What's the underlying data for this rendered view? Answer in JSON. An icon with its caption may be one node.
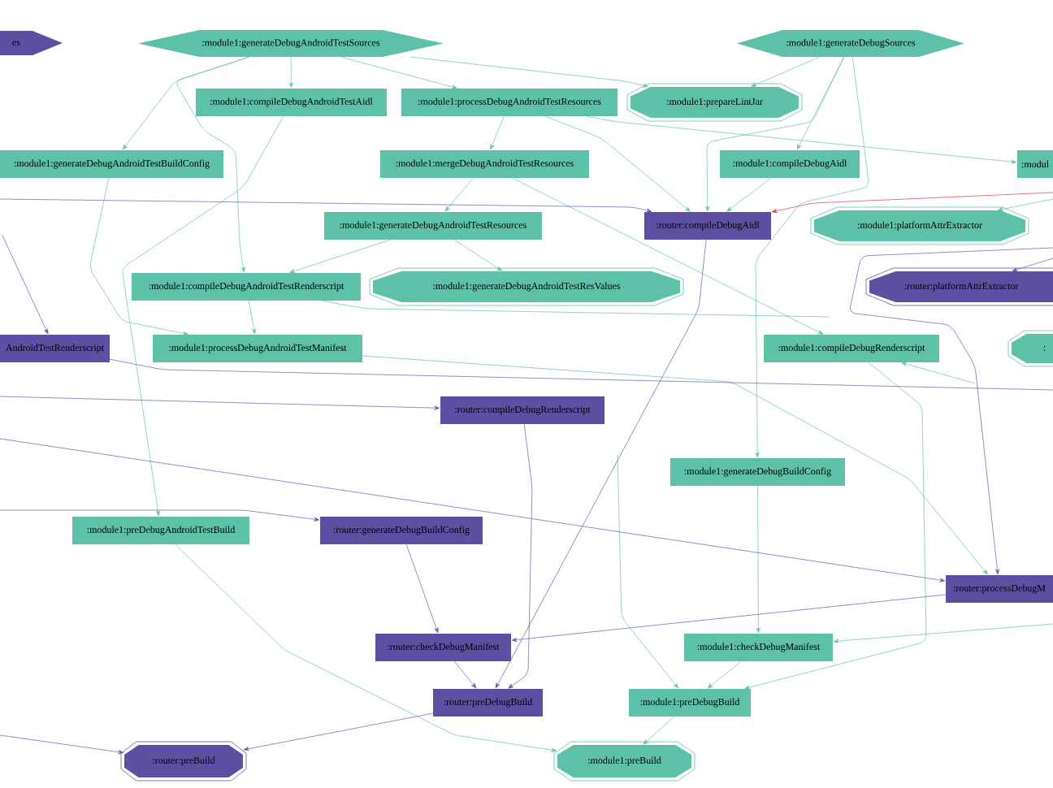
{
  "diagram": {
    "nodes": [
      {
        "text": [
          "es"
        ]
      },
      {
        "text": [
          ":module1:generateDebugAndroidTestSources"
        ]
      },
      {
        "text": [
          ":module1:generateDebugSources"
        ]
      },
      {
        "text": [
          ":module1:compileDebugAndroidTestAidl"
        ]
      },
      {
        "text": [
          ":module1:processDebugAndroidTestResources"
        ]
      },
      {
        "text": [
          ":module1:prepareLintJar"
        ]
      },
      {
        "text": [
          ":module1:generateDebugAndroidTestBuildConfig"
        ]
      },
      {
        "text": [
          ":module1:mergeDebugAndroidTestResources"
        ]
      },
      {
        "text": [
          ":module1:compileDebugAidl"
        ]
      },
      {
        "text": [
          ":modul"
        ]
      },
      {
        "text": [
          ":router:compileDebugAidl"
        ]
      },
      {
        "text": [
          ":module1:generateDebugAndroidTestResources"
        ]
      },
      {
        "text": [
          ":module1:platformAttrExtractor"
        ]
      },
      {
        "text": [
          ":module1:compileDebugAndroidTestRenderscript"
        ]
      },
      {
        "text": [
          ":module1:generateDebugAndroidTestResValues"
        ]
      },
      {
        "text": [
          ":router:platformAttrExtractor"
        ]
      },
      {
        "text": [
          "AndroidTestRenderscript"
        ]
      },
      {
        "text": [
          ":module1:processDebugAndroidTestManifest"
        ]
      },
      {
        "text": [
          ":module1:compileDebugRenderscript"
        ]
      },
      {
        "text": [
          ":"
        ]
      },
      {
        "text": [
          ":router:compileDebugRenderscript"
        ]
      },
      {
        "text": [
          ":module1:generateDebugBuildConfig"
        ]
      },
      {
        "text": [
          ":module1:preDebugAndroidTestBuild"
        ]
      },
      {
        "text": [
          ":router:generateDebugBuildConfig"
        ]
      },
      {
        "text": [
          ":router:processDebugM"
        ]
      },
      {
        "text": [
          ":router:checkDebugManifest"
        ]
      },
      {
        "text": [
          ":module1:checkDebugManifest"
        ]
      },
      {
        "text": [
          ":router:preDebugBuild"
        ]
      },
      {
        "text": [
          ":module1:preDebugBuild"
        ]
      },
      {
        "text": [
          ":router:preBuild"
        ]
      },
      {
        "text": [
          ":module1:preBuild"
        ]
      }
    ],
    "edges": [
      {
        "from": 1,
        "to": 3,
        "arrow": "to"
      },
      {
        "from": 1,
        "to": 4,
        "arrow": "to"
      },
      {
        "from": 1,
        "to": 5,
        "arrow": "to"
      },
      {
        "from": 1,
        "to": 6,
        "arrow": "to"
      },
      {
        "from": 1,
        "to": 13,
        "arrow": "to"
      },
      {
        "from": 2,
        "to": 5,
        "arrow": "to"
      },
      {
        "from": 2,
        "to": 8,
        "arrow": "to"
      },
      {
        "from": 2,
        "to": 10,
        "arrow": "to"
      },
      {
        "from": 2,
        "to": 21,
        "arrow": "to"
      },
      {
        "from": 7,
        "to": 18,
        "arrow": "to"
      },
      {
        "from": null,
        "to": 28,
        "arrow": "to"
      },
      {
        "from": 4,
        "to": 7,
        "arrow": "to"
      },
      {
        "from": 4,
        "to": 9,
        "arrow": "to"
      },
      {
        "from": 4,
        "to": 10,
        "arrow": "to"
      },
      {
        "from": 7,
        "to": 11,
        "arrow": "to"
      },
      {
        "from": 11,
        "to": 13,
        "arrow": "to"
      },
      {
        "from": 11,
        "to": 14,
        "arrow": "to"
      },
      {
        "from": 13,
        "to": 17,
        "arrow": "to"
      },
      {
        "from": 6,
        "to": 17,
        "arrow": "to"
      },
      {
        "from": 3,
        "to": 22,
        "arrow": "to"
      },
      {
        "from": 8,
        "to": 10,
        "arrow": "to"
      },
      {
        "from": 22,
        "to": 30,
        "arrow": "to"
      },
      {
        "from": 21,
        "to": 26,
        "arrow": "to"
      },
      {
        "from": 26,
        "to": 28,
        "arrow": "to"
      },
      {
        "from": 28,
        "to": 30,
        "arrow": "to"
      },
      {
        "from": 18,
        "to": 28,
        "arrow": "to"
      },
      {
        "from": 10,
        "to": 27,
        "arrow": "to",
        "color": "#6a5aa9"
      },
      {
        "from": 20,
        "to": 27,
        "arrow": "to",
        "color": "#6a5aa9"
      },
      {
        "from": 23,
        "to": 25,
        "arrow": "to",
        "color": "#6a5aa9"
      },
      {
        "from": 25,
        "to": 27,
        "arrow": "to",
        "color": "#6a5aa9"
      },
      {
        "from": 27,
        "to": 29,
        "arrow": "to",
        "color": "#6a5aa9"
      },
      {
        "from": 24,
        "to": 25,
        "arrow": "to",
        "color": "#6a5aa9"
      },
      {
        "from": null,
        "to": 29,
        "arrow": "to",
        "color": "#6a5aa9"
      },
      {
        "from": null,
        "to": 23,
        "arrow": "to",
        "color": "#6a5aa9"
      },
      {
        "from": null,
        "to": 20,
        "arrow": "to",
        "color": "#6a5aa9"
      },
      {
        "from": null,
        "to": 10,
        "arrow": "to",
        "color": "#6a5aa9"
      },
      {
        "from": null,
        "to": 16,
        "arrow": "to",
        "color": "#6a5aa9"
      },
      {
        "from": null,
        "to": 24,
        "arrow": "to",
        "color": "#6a5aa9"
      },
      {
        "from": null,
        "to": 24,
        "arrow": "to",
        "color": "#6a5aa9"
      },
      {
        "from": null,
        "to": 15,
        "arrow": "to",
        "color": "#6a5aa9"
      },
      {
        "from": null,
        "to": 10,
        "arrow": "to",
        "color": "#d53e4f"
      },
      {
        "from": null,
        "to": 26,
        "arrow": "to"
      },
      {
        "from": 17,
        "to": 24,
        "arrow": "to"
      },
      {
        "from": null,
        "to": 18,
        "arrow": "to"
      },
      {
        "from": null,
        "to": 12,
        "arrow": "to"
      },
      {
        "from": 16,
        "to": null,
        "arrow": "none",
        "color": "#6a5aa9"
      },
      {
        "from": 13,
        "to": null,
        "arrow": "none"
      }
    ]
  }
}
